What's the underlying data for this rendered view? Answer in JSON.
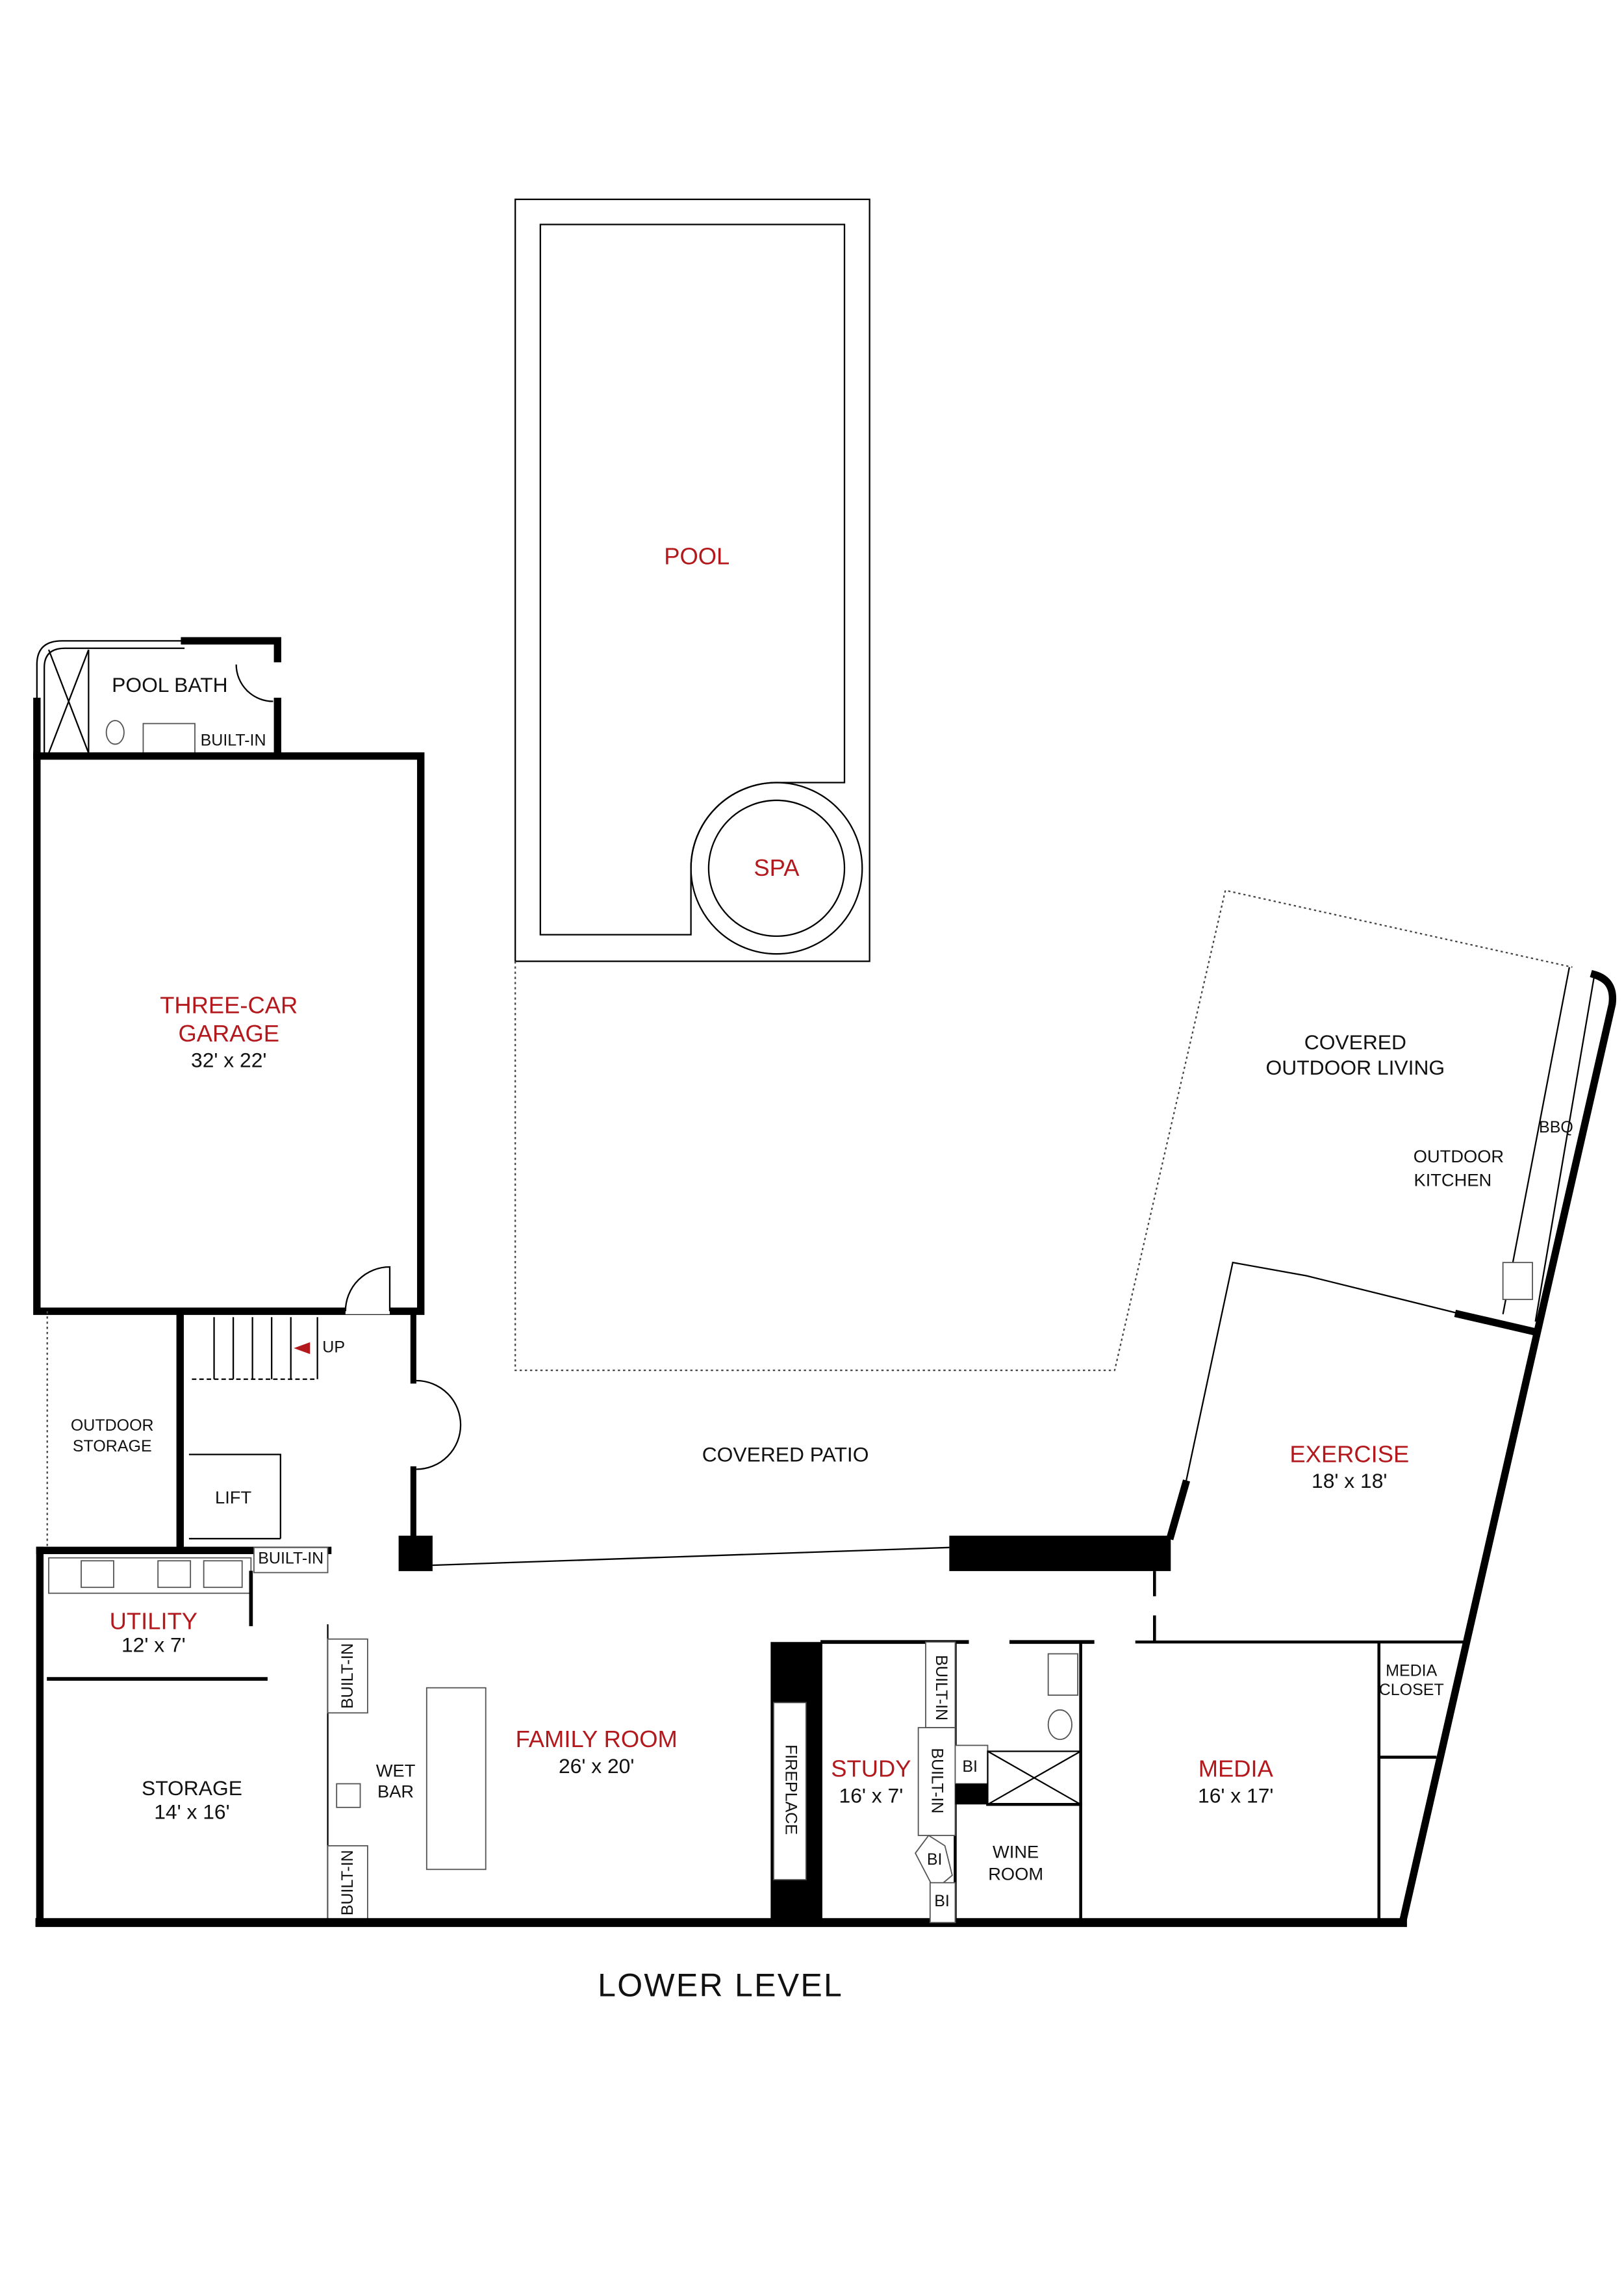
{
  "plan_title": "LOWER  LEVEL",
  "colors": {
    "room_label": "#b3191c",
    "walls": "#000000",
    "text": "#111111"
  },
  "rooms": {
    "pool": {
      "name": "POOL"
    },
    "spa": {
      "name": "SPA"
    },
    "pool_bath": {
      "name": "POOL BATH",
      "built_in": "BUILT-IN"
    },
    "garage": {
      "name_line1": "THREE-CAR",
      "name_line2": "GARAGE",
      "size": "32' x 22'"
    },
    "covered_outdoor_living": {
      "line1": "COVERED",
      "line2": "OUTDOOR LIVING"
    },
    "outdoor_kitchen": {
      "line1": "OUTDOOR",
      "line2": "KITCHEN",
      "bbq": "BBQ"
    },
    "stairs": {
      "up": "UP"
    },
    "outdoor_storage": {
      "line1": "OUTDOOR",
      "line2": "STORAGE"
    },
    "covered_patio": {
      "name": "COVERED PATIO"
    },
    "lift": {
      "name": "LIFT"
    },
    "exercise": {
      "name": "EXERCISE",
      "size": "18' x 18'"
    },
    "utility": {
      "name": "UTILITY",
      "size": "12' x 7'",
      "built_in": "BUILT-IN"
    },
    "storage": {
      "name": "STORAGE",
      "size": "14' x 16'"
    },
    "wet_bar": {
      "line1": "WET",
      "line2": "BAR",
      "built_in_top": "BUILT-IN",
      "built_in_bottom": "BUILT-IN"
    },
    "family_room": {
      "name": "FAMILY ROOM",
      "size": "26' x 20'",
      "fireplace": "FIREPLACE"
    },
    "study": {
      "name": "STUDY",
      "size": "16' x 7'",
      "built_in_top": "BUILT-IN",
      "built_in_mid": "BUILT-IN",
      "bi_1": "BI",
      "bi_2": "BI",
      "bi_3": "BI"
    },
    "wine_room": {
      "line1": "WINE",
      "line2": "ROOM"
    },
    "media": {
      "name": "MEDIA",
      "size": "16' x 17'"
    },
    "media_closet": {
      "line1": "MEDIA",
      "line2": "CLOSET"
    }
  }
}
